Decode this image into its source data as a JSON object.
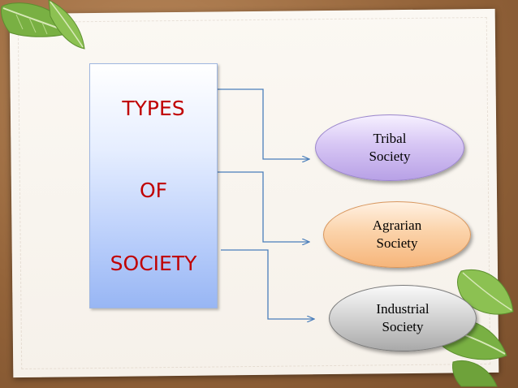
{
  "diagram": {
    "main_box": {
      "lines": [
        "TYPES",
        "OF",
        "SOCIETY"
      ]
    },
    "nodes": [
      {
        "line1": "Tribal",
        "line2": "Society"
      },
      {
        "line1": "Agrarian",
        "line2": "Society"
      },
      {
        "line1": "Industrial",
        "line2": "Society"
      }
    ]
  },
  "colors": {
    "heading_red": "#c00000",
    "connector_blue": "#4a7ebb",
    "tribal_fill": "#c9b5ee",
    "agrarian_fill": "#f8c08a",
    "industrial_fill": "#c4c4c4",
    "leaf_green": "#7fb545"
  },
  "icons": [
    "leaf-icon"
  ]
}
